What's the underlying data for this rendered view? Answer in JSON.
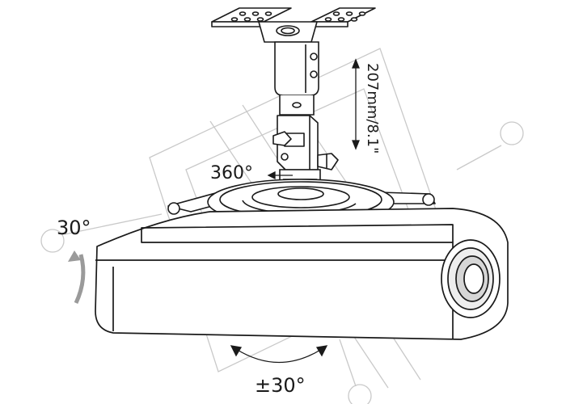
{
  "labels": {
    "height_range": "207mm/8.1\"",
    "swivel": "360°",
    "tilt": "30°",
    "rotation": "±30°"
  },
  "colors": {
    "line": "#1a1a1a",
    "watermark": "#c9c9c9",
    "arrow_fill": "#9a9a9a",
    "lens_fill": "#d6d6d6"
  }
}
